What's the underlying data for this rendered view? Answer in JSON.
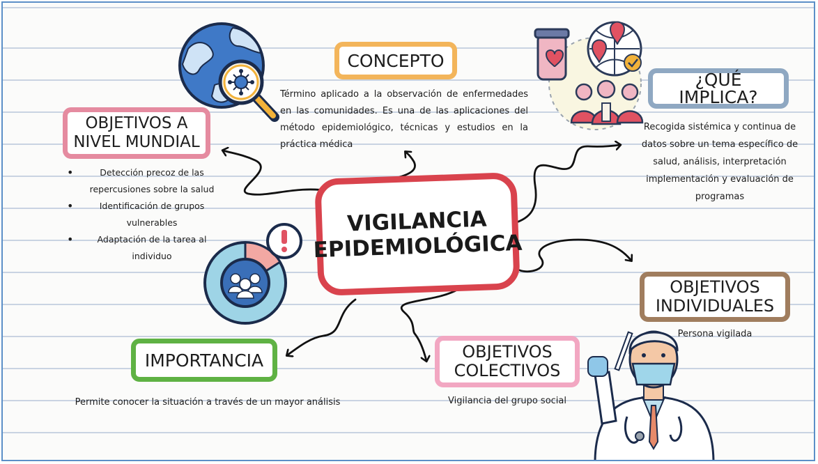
{
  "center": {
    "line1": "VIGILANCIA",
    "line2": "EPIDEMIOLÓGICA"
  },
  "concepto": {
    "title": "CONCEPTO",
    "lines": [
      "Término aplicado a la observación de enfermedades",
      "en las comunidades. Es una de las aplicaciones del",
      "método epidemiológico, técnicas y estudios en la",
      "práctica médica"
    ]
  },
  "que_implica": {
    "title": "¿QUÉ IMPLICA?",
    "lines": [
      "Recogida sistémica y continua de",
      "datos sobre un tema específico de",
      "salud, análisis, interpretación",
      "implementación y evaluación de",
      "programas"
    ]
  },
  "objetivos_mundial": {
    "title_line1": "OBJETIVOS A",
    "title_line2": "NIVEL MUNDIAL",
    "bullets": [
      {
        "line1": "Detección precoz de las",
        "line2": "repercusiones sobre la salud"
      },
      {
        "line1": "Identificación de grupos",
        "line2": "vulnerables"
      },
      {
        "line1": "Adaptación de la tarea al",
        "line2": "individuo"
      }
    ]
  },
  "objetivos_individuales": {
    "title_line1": "OBJETIVOS",
    "title_line2": "INDIVIDUALES",
    "text": "Persona vigilada"
  },
  "importancia": {
    "title": "IMPORTANCIA",
    "line1": "Permite conocer la situación a través de un mayor",
    "line2": "análisis"
  },
  "objetivos_colectivos": {
    "title_line1": "OBJETIVOS",
    "title_line2": "COLECTIVOS",
    "text": "Vigilancia del grupo social"
  },
  "colors": {
    "center_border": "#d9434d",
    "concepto_border": "#f3b55b",
    "implica_border": "#8fa8c2",
    "mundial_border": "#e58ba0",
    "individuales_border": "#a07d5e",
    "importancia_border": "#5fb244",
    "colectivos_border": "#f2a7c2",
    "frame": "#5b8fc7"
  }
}
